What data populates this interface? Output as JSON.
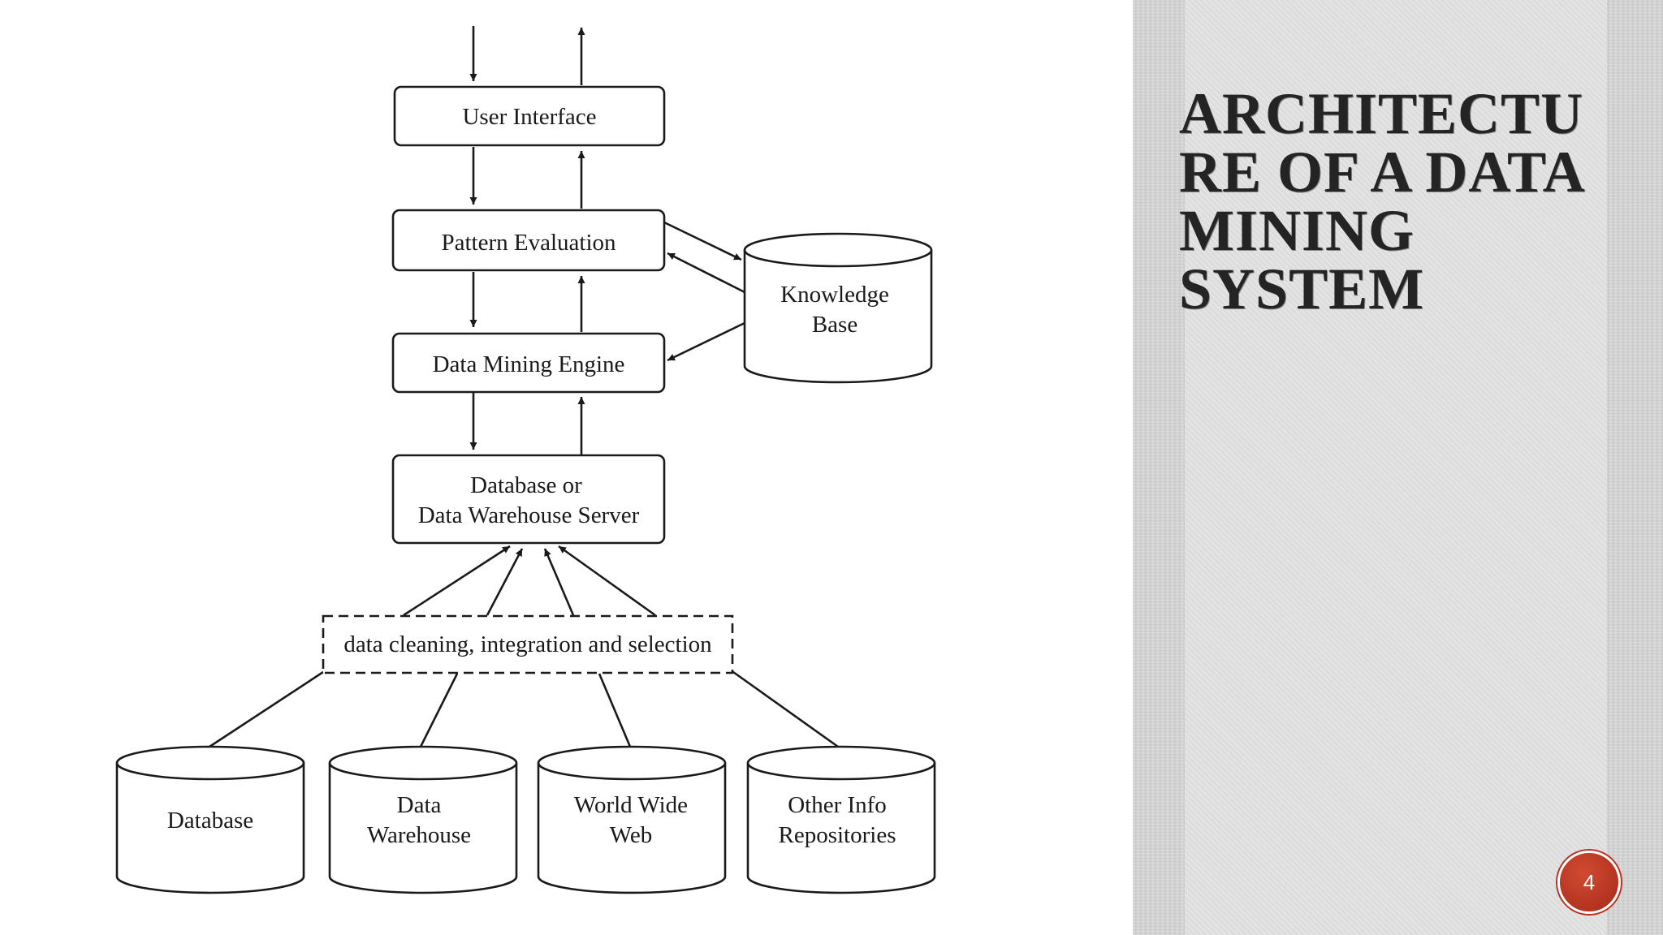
{
  "slide": {
    "title": "ARCHITECTURE OF A DATA MINING SYSTEM",
    "title_lines": [
      "ARCHITECTU",
      "RE OF A DATA",
      "MINING",
      "SYSTEM"
    ],
    "number": "4",
    "colors": {
      "panel": "#d6d6d6",
      "badge": "#b8321f",
      "title": "#242424",
      "lines": "#1a1a1a"
    }
  },
  "diagram": {
    "user_interface": "User Interface",
    "pattern_evaluation": "Pattern Evaluation",
    "data_mining_engine": "Data Mining Engine",
    "knowledge_base": [
      "Knowledge",
      "Base"
    ],
    "db_server": [
      "Database or",
      "Data Warehouse Server"
    ],
    "cleaning": "data cleaning, integration and selection",
    "sources": {
      "database": "Database",
      "data_warehouse": [
        "Data",
        "Warehouse"
      ],
      "www": [
        "World Wide",
        "Web"
      ],
      "other": [
        "Other Info",
        "Repositories"
      ]
    }
  }
}
